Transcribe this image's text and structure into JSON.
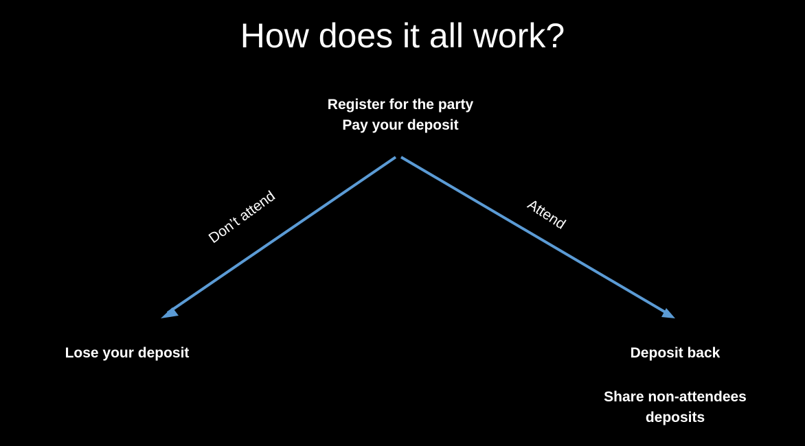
{
  "title": "How does it all work?",
  "start": {
    "line1": "Register for the party",
    "line2": "Pay your deposit"
  },
  "branches": {
    "left_label": "Don’t attend",
    "right_label": "Attend"
  },
  "outcomes": {
    "left": "Lose your deposit",
    "right_primary": "Deposit back",
    "right_secondary_line1": "Share non-attendees",
    "right_secondary_line2": "deposits"
  },
  "colors": {
    "background": "#000000",
    "text": "#ffffff",
    "arrow": "#5b9bd5"
  }
}
